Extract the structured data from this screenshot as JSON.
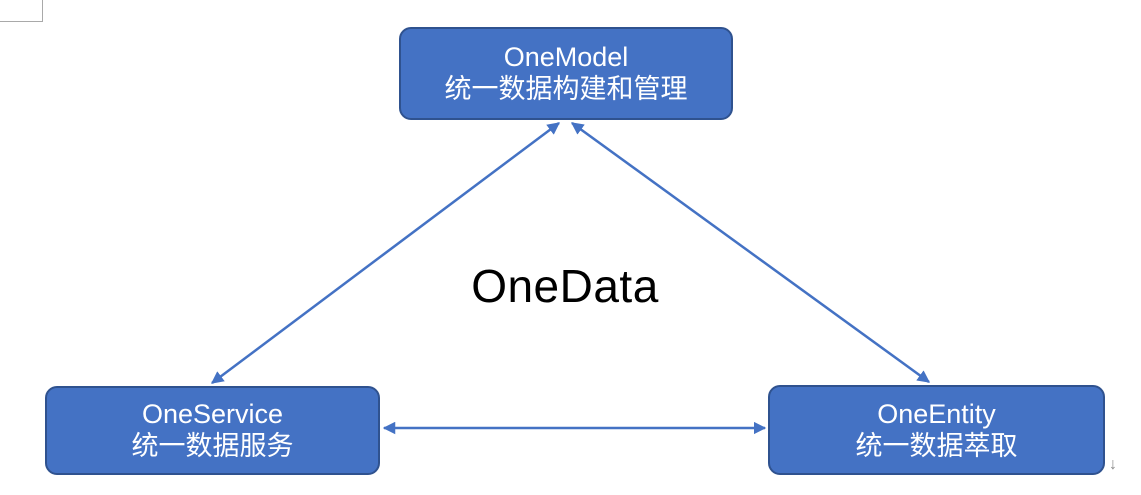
{
  "diagram": {
    "center_label": "OneData",
    "nodes": {
      "top": {
        "title": "OneModel",
        "subtitle": "统一数据构建和管理"
      },
      "bottom_left": {
        "title": "OneService",
        "subtitle": "统一数据服务"
      },
      "bottom_right": {
        "title": "OneEntity",
        "subtitle": "统一数据萃取"
      }
    },
    "edges": [
      {
        "from": "top",
        "to": "bottom_left",
        "bidirectional": true
      },
      {
        "from": "top",
        "to": "bottom_right",
        "bidirectional": true
      },
      {
        "from": "bottom_left",
        "to": "bottom_right",
        "bidirectional": true
      }
    ],
    "colors": {
      "node_fill": "#4472C4",
      "node_border": "#2F528F",
      "node_text": "#FFFFFF",
      "arrow": "#4472C4",
      "center_label_text": "#000000"
    }
  },
  "artifacts": {
    "scroll_indicator": "↓"
  }
}
